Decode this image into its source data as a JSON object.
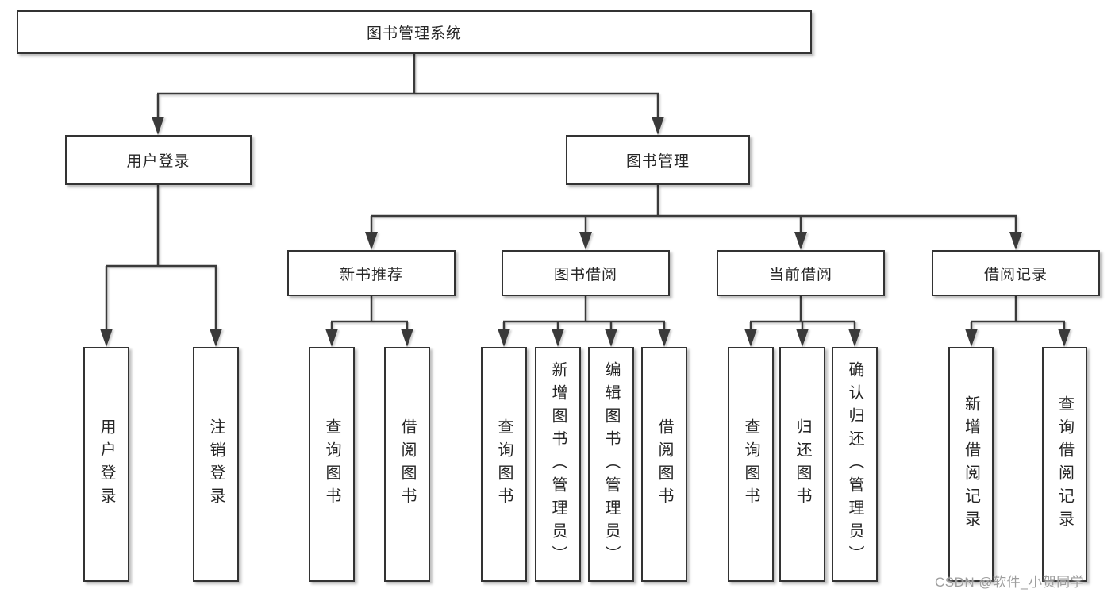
{
  "diagram": {
    "background_color": "#ffffff",
    "line_color": "#3a3a3a",
    "box_border_color": "#333333",
    "box_fill_color": "#ffffff",
    "text_color": "#262626",
    "watermark_color": "#9e9e9e",
    "root": {
      "label": "图书管理系统"
    },
    "branches": [
      {
        "label": "用户登录",
        "children": [
          {
            "label": "用户登录"
          },
          {
            "label": "注销登录"
          }
        ]
      },
      {
        "label": "图书管理",
        "children": [
          {
            "label": "新书推荐",
            "children": [
              {
                "label": "查询图书"
              },
              {
                "label": "借阅图书"
              }
            ]
          },
          {
            "label": "图书借阅",
            "children": [
              {
                "label": "查询图书"
              },
              {
                "label": "新增图书（管理员）"
              },
              {
                "label": "编辑图书（管理员）"
              },
              {
                "label": "借阅图书"
              }
            ]
          },
          {
            "label": "当前借阅",
            "children": [
              {
                "label": "查询图书"
              },
              {
                "label": "归还图书"
              },
              {
                "label": "确认归还（管理员）"
              }
            ]
          },
          {
            "label": "借阅记录",
            "children": [
              {
                "label": "新增借阅记录"
              },
              {
                "label": "查询借阅记录"
              }
            ]
          }
        ]
      }
    ],
    "watermark": "CSDN @软件_小贺同学"
  }
}
